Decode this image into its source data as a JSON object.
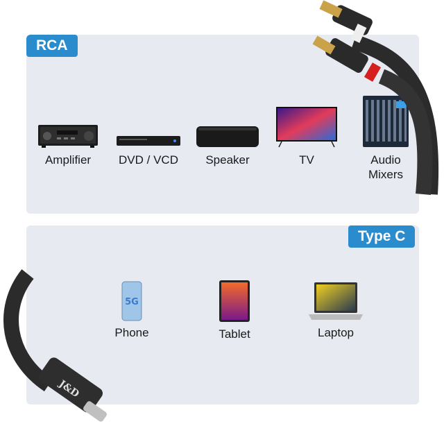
{
  "rca": {
    "tag": "RCA",
    "devices": [
      {
        "label": "Amplifier",
        "icon": "amplifier-icon"
      },
      {
        "label": "DVD / VCD",
        "icon": "dvd-player-icon"
      },
      {
        "label": "Speaker",
        "icon": "speaker-icon"
      },
      {
        "label": "TV",
        "icon": "tv-icon"
      },
      {
        "label": "Audio\nMixers",
        "icon": "audio-mixer-icon"
      }
    ]
  },
  "typec": {
    "tag": "Type C",
    "devices": [
      {
        "label": "Phone",
        "icon": "phone-icon"
      },
      {
        "label": "Tablet",
        "icon": "tablet-icon"
      },
      {
        "label": "Laptop",
        "icon": "laptop-icon"
      }
    ]
  },
  "connector_brand": "J&D",
  "colors": {
    "tag": "#2a8ccc",
    "panel": "#e8eaf2",
    "cable": "#2b2b2b",
    "rca_red": "#d62020"
  }
}
